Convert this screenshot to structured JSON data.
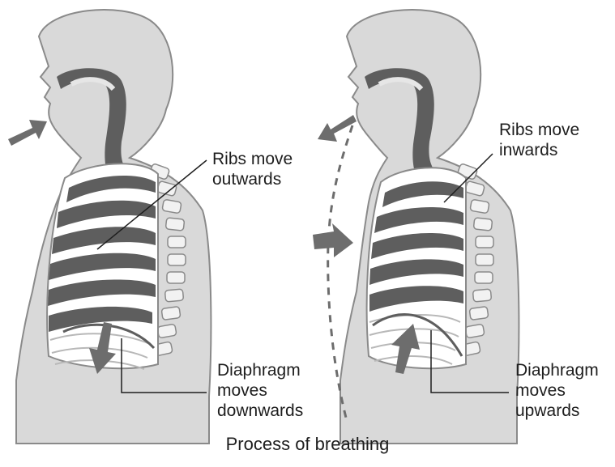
{
  "figure": {
    "caption": "Process of breathing",
    "inhale": {
      "ribs_label": [
        "Ribs move",
        "outwards"
      ],
      "diaphragm_label": [
        "Diaphragm",
        "moves",
        "downwards"
      ]
    },
    "exhale": {
      "ribs_label": [
        "Ribs move",
        "inwards"
      ],
      "diaphragm_label": [
        "Diaphragm",
        "moves",
        "upwards"
      ]
    }
  },
  "colors": {
    "body_fill": "#d9d9d9",
    "outline": "#8a8a8a",
    "organ_dark": "#5e5e5e",
    "rib_light": "#ffffff",
    "arrow": "#6d6d6d",
    "text": "#1e1e1e"
  }
}
